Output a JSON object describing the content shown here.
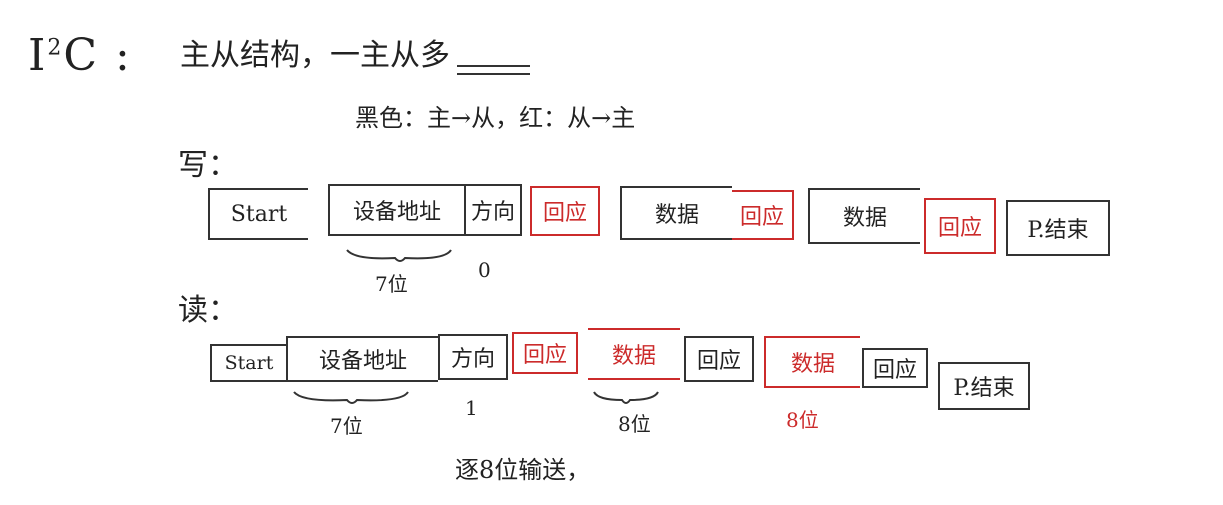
{
  "title": {
    "main": "I",
    "sup": "2",
    "tail": "C :"
  },
  "subtitle": "主从结构，一主从多",
  "legend": "黑色：主→从，红：从→主",
  "write": {
    "label": "写：",
    "cells": [
      "Start",
      "设备地址",
      "方向",
      "回应",
      "数据",
      "回应",
      "数据",
      "回应",
      "P.结束"
    ],
    "notes": [
      "7位",
      "0"
    ]
  },
  "read": {
    "label": "读：",
    "cells": [
      "Start",
      "设备地址",
      "方向",
      "回应",
      "数据",
      "回应",
      "数据",
      "回应",
      "P.结束"
    ],
    "notes": [
      "7位",
      "1",
      "8位",
      "8位"
    ]
  },
  "footnote": "逐8位输送，",
  "colors": {
    "ink": "#222222",
    "red": "#cc2b2b"
  }
}
